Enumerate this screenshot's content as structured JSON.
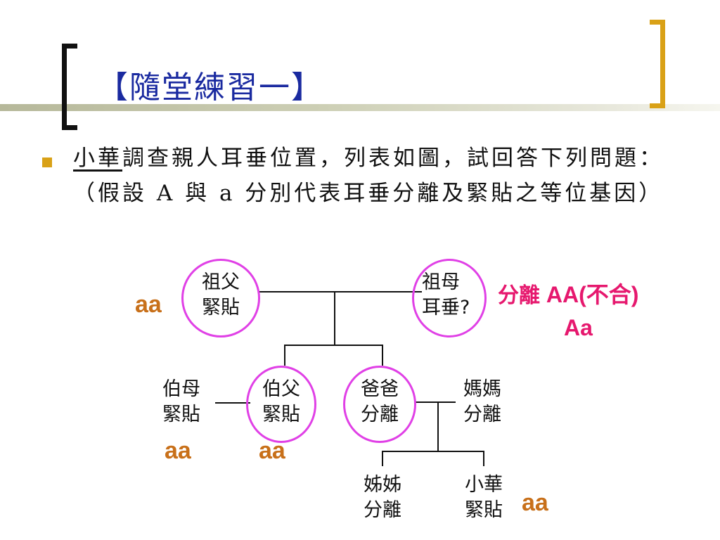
{
  "title": "【隨堂練習一】",
  "bullet": {
    "name": "小華",
    "text": "調查親人耳垂位置，列表如圖，試回答下列問題：（假設 A 與 a 分別代表耳垂分離及緊貼之等位基因）"
  },
  "pedigree": {
    "grandfather": {
      "line1": "祖父",
      "line2": "緊貼",
      "genotype": "aa"
    },
    "grandmother": {
      "line1": "祖母",
      "line2": "耳垂?"
    },
    "grandmother_note": {
      "phenotype": "分離",
      "wrong": "AA(不合)",
      "answer": "Aa"
    },
    "aunt": {
      "line1": "伯母",
      "line2": "緊貼",
      "genotype": "aa"
    },
    "uncle": {
      "line1": "伯父",
      "line2": "緊貼",
      "genotype": "aa"
    },
    "father": {
      "line1": "爸爸",
      "line2": "分離"
    },
    "mother": {
      "line1": "媽媽",
      "line2": "分離"
    },
    "sister": {
      "line1": "姊姊",
      "line2": "分離"
    },
    "self": {
      "line1": "小華",
      "line2": "緊貼",
      "genotype": "aa"
    }
  },
  "colors": {
    "title": "#1a2aa0",
    "bullet": "#d9a117",
    "circle": "#e040e6",
    "genotype": "#c8701a",
    "annotation": "#e6186e"
  }
}
